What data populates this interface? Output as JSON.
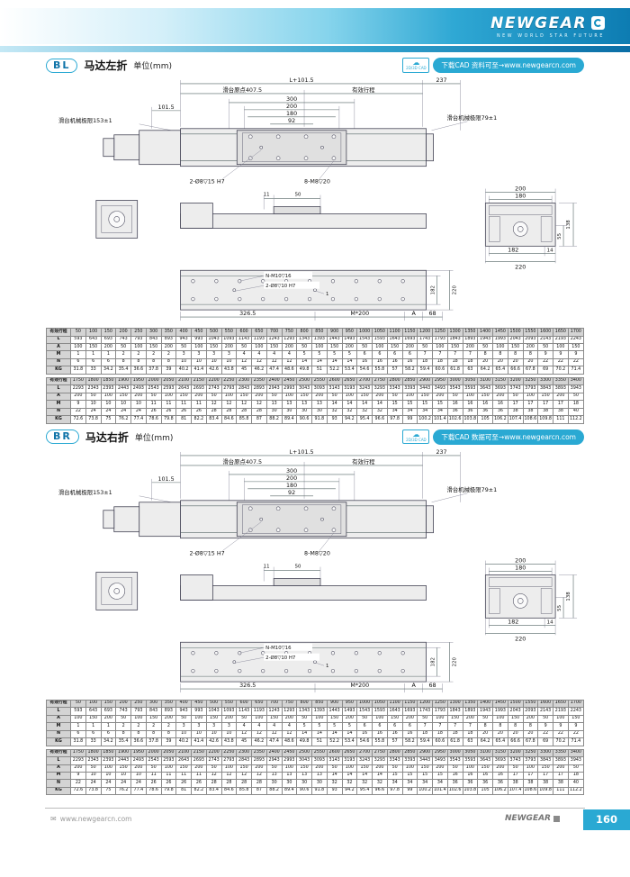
{
  "page": {
    "accent": "#2aa9d3",
    "accent_dark": "#0d7cb2",
    "table_header_bg": "#d4d4d4"
  },
  "header": {
    "brand": "NEWGEAR",
    "tagline": "NEW WORLD STAR FUTURE"
  },
  "drawing": {
    "overall_length": "L+101.5",
    "origin": "滑台原点407.5",
    "stroke": "有效行程",
    "right_offset": "237",
    "dim_300": "300",
    "dim_200": "200",
    "dim_180": "180",
    "dim_92": "92",
    "dim_101_5": "101.5",
    "limit_left": "滑台机械极限153±1",
    "limit_right": "滑台机械极限79±1",
    "holes_top1": "2-Ø8▽15 H7",
    "holes_top2": "8-M8▽20",
    "dim_11": "11",
    "dim_50": "50",
    "end_200": "200",
    "end_180": "180",
    "end_138": "138",
    "end_55": "55",
    "end_182": "182",
    "end_14": "14",
    "end_220": "220",
    "holes_bottom1": "N-M10▽16",
    "holes_bottom2": "2-Ø8▽10 H7",
    "dim_1": "1",
    "bot_182": "182",
    "bot_220": "220",
    "dim_326_5": "326.5",
    "pitch": "M*200",
    "dim_A": "A",
    "dim_68": "68"
  },
  "sections": [
    {
      "badge": "BL",
      "title": "马达左折",
      "unit": "单位(mm)",
      "cad_icon_label": "2D/3D CAD",
      "cad_note": "下载CAD 资料可至→www.newgearcn.com"
    },
    {
      "badge": "BR",
      "title": "马达右折",
      "unit": "单位(mm)",
      "cad_icon_label": "2D/3D CAD",
      "cad_note": "下载CAD 数据可至→www.newgearcn.com"
    }
  ],
  "tables": [
    {
      "header_label": "有效行程",
      "header_values": [
        "50",
        "100",
        "150",
        "200",
        "250",
        "300",
        "350",
        "400",
        "450",
        "500",
        "550",
        "600",
        "650",
        "700",
        "750",
        "800",
        "850",
        "900",
        "950",
        "1000",
        "1050",
        "1100",
        "1150",
        "1200",
        "1250",
        "1300",
        "1350",
        "1400",
        "1450",
        "1500",
        "1550",
        "1600",
        "1650",
        "1700"
      ],
      "rows": [
        {
          "label": "L",
          "values": [
            "593",
            "643",
            "693",
            "743",
            "793",
            "843",
            "893",
            "943",
            "993",
            "1043",
            "1093",
            "1143",
            "1193",
            "1243",
            "1293",
            "1343",
            "1393",
            "1443",
            "1493",
            "1543",
            "1593",
            "1643",
            "1693",
            "1743",
            "1793",
            "1843",
            "1893",
            "1943",
            "1993",
            "2043",
            "2093",
            "2143",
            "2193",
            "2243"
          ]
        },
        {
          "label": "A",
          "values": [
            "100",
            "150",
            "200",
            "50",
            "100",
            "150",
            "200",
            "50",
            "100",
            "150",
            "200",
            "50",
            "100",
            "150",
            "200",
            "50",
            "100",
            "150",
            "200",
            "50",
            "100",
            "150",
            "200",
            "50",
            "100",
            "150",
            "200",
            "50",
            "100",
            "150",
            "200",
            "50",
            "100",
            "150"
          ]
        },
        {
          "label": "M",
          "values": [
            "1",
            "1",
            "1",
            "2",
            "2",
            "2",
            "2",
            "3",
            "3",
            "3",
            "3",
            "4",
            "4",
            "4",
            "4",
            "5",
            "5",
            "5",
            "5",
            "6",
            "6",
            "6",
            "6",
            "7",
            "7",
            "7",
            "7",
            "8",
            "8",
            "8",
            "8",
            "9",
            "9",
            "9"
          ]
        },
        {
          "label": "N",
          "values": [
            "6",
            "6",
            "6",
            "8",
            "8",
            "8",
            "8",
            "10",
            "10",
            "10",
            "10",
            "12",
            "12",
            "12",
            "12",
            "14",
            "14",
            "14",
            "14",
            "16",
            "16",
            "16",
            "16",
            "18",
            "18",
            "18",
            "18",
            "20",
            "20",
            "20",
            "20",
            "22",
            "22",
            "22"
          ]
        },
        {
          "label": "KG",
          "values": [
            "31.8",
            "33",
            "34.2",
            "35.4",
            "36.6",
            "37.8",
            "39",
            "40.2",
            "41.4",
            "42.6",
            "43.8",
            "45",
            "46.2",
            "47.4",
            "48.6",
            "49.8",
            "51",
            "52.2",
            "53.4",
            "54.6",
            "55.8",
            "57",
            "58.2",
            "59.4",
            "60.6",
            "61.8",
            "63",
            "64.2",
            "65.4",
            "66.6",
            "67.8",
            "69",
            "70.2",
            "71.4"
          ]
        }
      ]
    },
    {
      "header_label": "有效行程",
      "header_values": [
        "1750",
        "1800",
        "1850",
        "1900",
        "1950",
        "2000",
        "2050",
        "2100",
        "2150",
        "2200",
        "2250",
        "2300",
        "2350",
        "2400",
        "2450",
        "2500",
        "2550",
        "2600",
        "2650",
        "2700",
        "2750",
        "2800",
        "2850",
        "2900",
        "2950",
        "3000",
        "3050",
        "3100",
        "3150",
        "3200",
        "3250",
        "3300",
        "3350",
        "3400"
      ],
      "rows": [
        {
          "label": "L",
          "values": [
            "2293",
            "2343",
            "2393",
            "2443",
            "2493",
            "2543",
            "2593",
            "2643",
            "2693",
            "2743",
            "2793",
            "2843",
            "2893",
            "2943",
            "2993",
            "3043",
            "3093",
            "3143",
            "3193",
            "3243",
            "3293",
            "3343",
            "3393",
            "3443",
            "3493",
            "3543",
            "3593",
            "3643",
            "3693",
            "3743",
            "3793",
            "3843",
            "3893",
            "3943"
          ]
        },
        {
          "label": "A",
          "values": [
            "200",
            "50",
            "100",
            "150",
            "200",
            "50",
            "100",
            "150",
            "200",
            "50",
            "100",
            "150",
            "200",
            "50",
            "100",
            "150",
            "200",
            "50",
            "100",
            "150",
            "200",
            "50",
            "100",
            "150",
            "200",
            "50",
            "100",
            "150",
            "200",
            "50",
            "100",
            "150",
            "200",
            "50"
          ]
        },
        {
          "label": "M",
          "values": [
            "9",
            "10",
            "10",
            "10",
            "10",
            "11",
            "11",
            "11",
            "11",
            "12",
            "12",
            "12",
            "12",
            "13",
            "13",
            "13",
            "13",
            "14",
            "14",
            "14",
            "14",
            "15",
            "15",
            "15",
            "15",
            "16",
            "16",
            "16",
            "16",
            "17",
            "17",
            "17",
            "17",
            "18"
          ]
        },
        {
          "label": "N",
          "values": [
            "22",
            "24",
            "24",
            "24",
            "24",
            "26",
            "26",
            "26",
            "26",
            "28",
            "28",
            "28",
            "28",
            "30",
            "30",
            "30",
            "30",
            "32",
            "32",
            "32",
            "32",
            "34",
            "34",
            "34",
            "34",
            "36",
            "36",
            "36",
            "36",
            "38",
            "38",
            "38",
            "38",
            "40"
          ]
        },
        {
          "label": "KG",
          "values": [
            "72.6",
            "73.8",
            "75",
            "76.2",
            "77.4",
            "78.6",
            "79.8",
            "81",
            "82.2",
            "83.4",
            "84.6",
            "85.8",
            "87",
            "88.2",
            "89.4",
            "90.6",
            "91.8",
            "93",
            "94.2",
            "95.4",
            "96.6",
            "97.8",
            "99",
            "100.2",
            "101.4",
            "102.6",
            "103.8",
            "105",
            "106.2",
            "107.4",
            "108.6",
            "109.8",
            "111",
            "112.2"
          ]
        }
      ]
    }
  ],
  "footer": {
    "website": "www.newgearcn.com",
    "brand": "NEWGEAR",
    "page": "160"
  }
}
